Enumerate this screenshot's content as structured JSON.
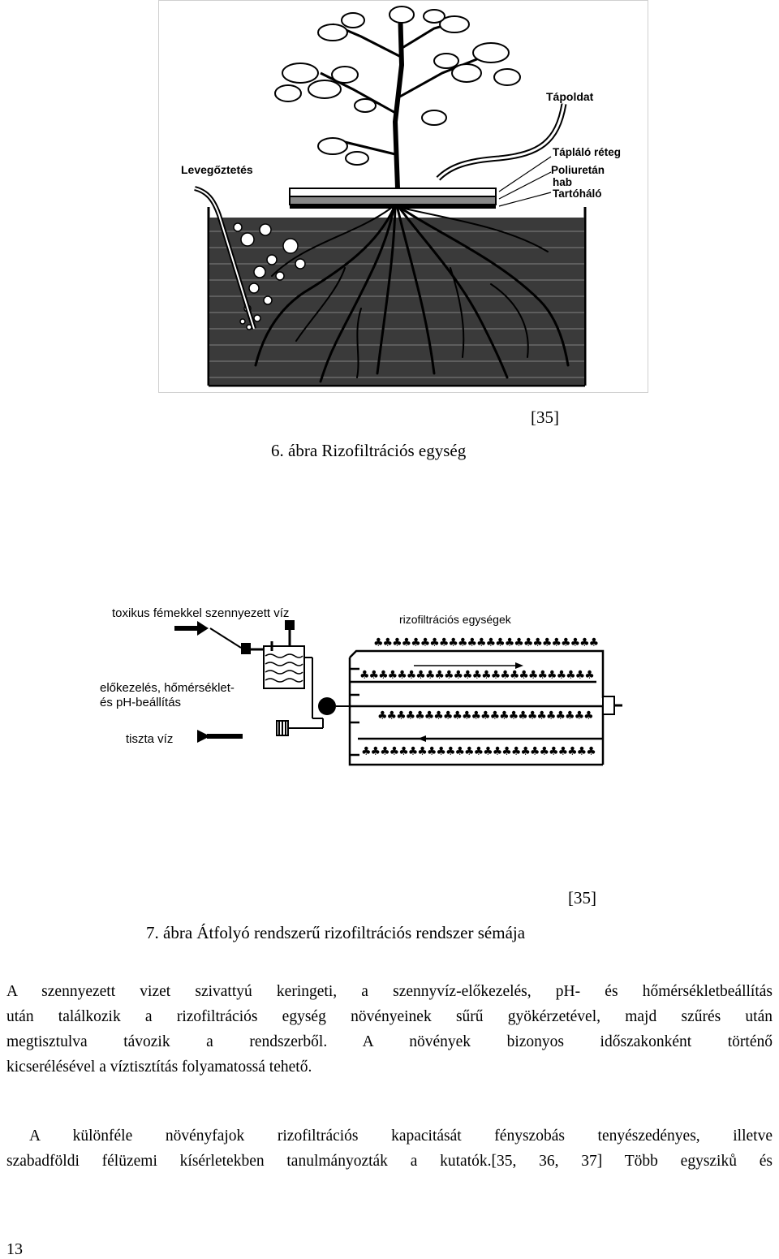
{
  "figure6": {
    "labels": {
      "aeration": "Levegőztetés",
      "nutrient_solution": "Tápoldat",
      "nutrient_layer": "Tápláló réteg",
      "polyurethane_1": "Poliuretán",
      "polyurethane_2": "hab",
      "support_net": "Tartóháló"
    },
    "reference": "[35]",
    "caption": "6. ábra  Rizofiltrációs egység"
  },
  "figure7": {
    "labels": {
      "inflow": "toxikus fémekkel szennyezett víz",
      "units": "rizofiltrációs egységek",
      "pretreat_1": "előkezelés, hőmérséklet-",
      "pretreat_2": "és pH-beállítás",
      "clean_water": "tiszta víz"
    },
    "reference": "[35]",
    "caption": "7. ábra  Átfolyó rendszerű rizofiltrációs rendszer sémája"
  },
  "body": {
    "p1": [
      "A szennyezett vizet szivattyú keringeti, a szennyvíz-előkezelés, pH- és hőmérsékletbeállítás",
      "után találkozik a rizofiltrációs egység növényeinek sűrű gyökérzetével, majd szűrés után",
      "megtisztulva távozik a rendszerből. A növények bizonyos időszakonként történő",
      "kicserélésével a víztisztítás folyamatossá tehető."
    ],
    "p2": [
      "A különféle növényfajok rizofiltrációs kapacitását fényszobás tenyészedényes, illetve",
      "szabadföldi félüzemi kísérletekben tanulmányozták a kutatók.[35, 36, 37] Több egysziků és"
    ]
  },
  "page_number": "13"
}
